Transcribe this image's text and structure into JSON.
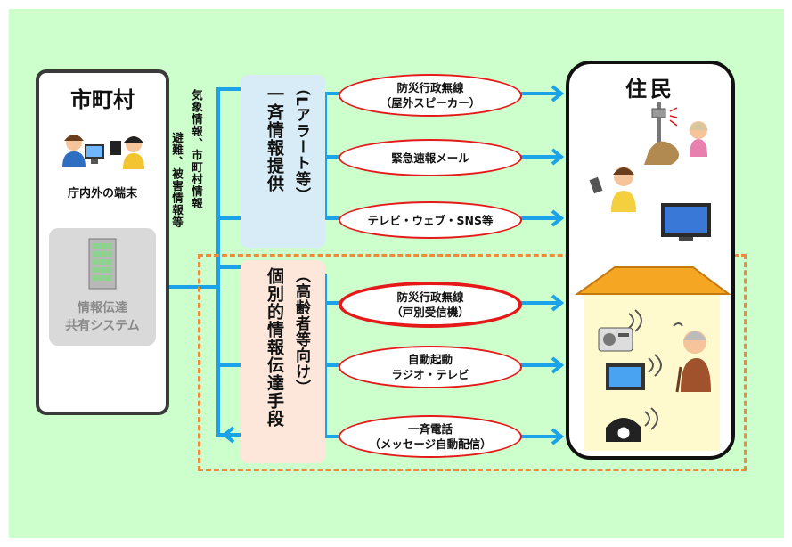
{
  "municipality": {
    "title": "市町村",
    "terminal_label": "庁内外の端末",
    "system_label_line1": "情報伝達",
    "system_label_line2": "共有システム"
  },
  "info_types": {
    "col1": "気象情報、市町村情報",
    "col2": "避難、被害情報等"
  },
  "categories": {
    "broadcast": {
      "main": "一斉情報提供",
      "sub": "（Lアラート等）"
    },
    "individual": {
      "main": "個別的情報伝達手段",
      "sub": "（高齢者等向け）"
    }
  },
  "channels": [
    {
      "line1": "防災行政無線",
      "line2": "（屋外スピーカー）"
    },
    {
      "line1": "緊急速報メール",
      "line2": ""
    },
    {
      "line1": "テレビ・ウェブ・SNS等",
      "line2": ""
    },
    {
      "line1": "防災行政無線",
      "line2": "（戸別受信機）"
    },
    {
      "line1": "自動起動",
      "line2": "ラジオ・テレビ"
    },
    {
      "line1": "一斉電話",
      "line2": "（メッセージ自動配信）"
    }
  ],
  "residents": {
    "title": "住民"
  },
  "colors": {
    "background": "#ccffcc",
    "arrow": "#1aa3e8",
    "oval_border": "#e6191a",
    "dashed_frame": "#f08a3a"
  }
}
